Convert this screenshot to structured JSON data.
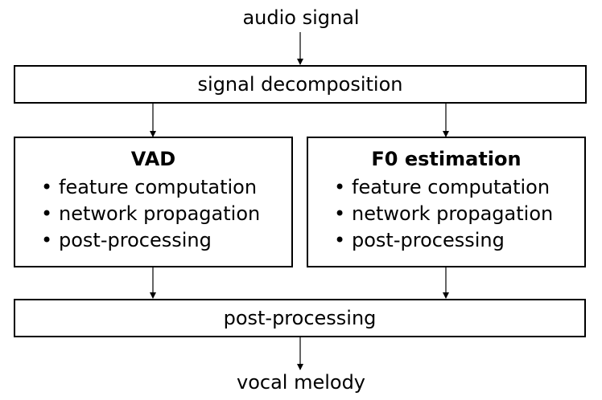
{
  "input_label": "audio signal",
  "decomposition_label": "signal decomposition",
  "modules": [
    {
      "title": "VAD",
      "steps": [
        "feature computation",
        "network propagation",
        "post-processing"
      ]
    },
    {
      "title": "F0 estimation",
      "steps": [
        "feature computation",
        "network propagation",
        "post-processing"
      ]
    }
  ],
  "postprocessing_label": "post-processing",
  "output_label": "vocal melody",
  "bullet_glyph": "•"
}
